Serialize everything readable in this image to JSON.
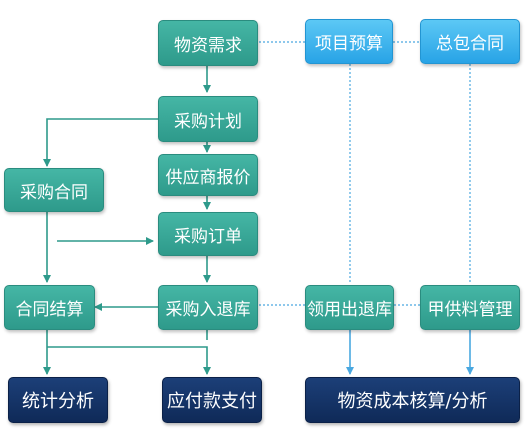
{
  "nodes": {
    "material_demand": "物资需求",
    "project_budget": "项目预算",
    "general_contract": "总包合同",
    "purchase_plan": "采购计划",
    "purchase_contract": "采购合同",
    "supplier_quote": "供应商报价",
    "purchase_order": "采购订单",
    "contract_settlement": "合同结算",
    "purchase_in_return": "采购入退库",
    "requisition_out_return": "领用出退库",
    "owner_supplied_material": "甲供料管理",
    "statistical_analysis": "统计分析",
    "payment_due": "应付款支付",
    "cost_accounting": "物资成本核算/分析"
  },
  "colors": {
    "flow_arrow": "#2e9a8b",
    "dotted_link": "#4aa8e0"
  }
}
